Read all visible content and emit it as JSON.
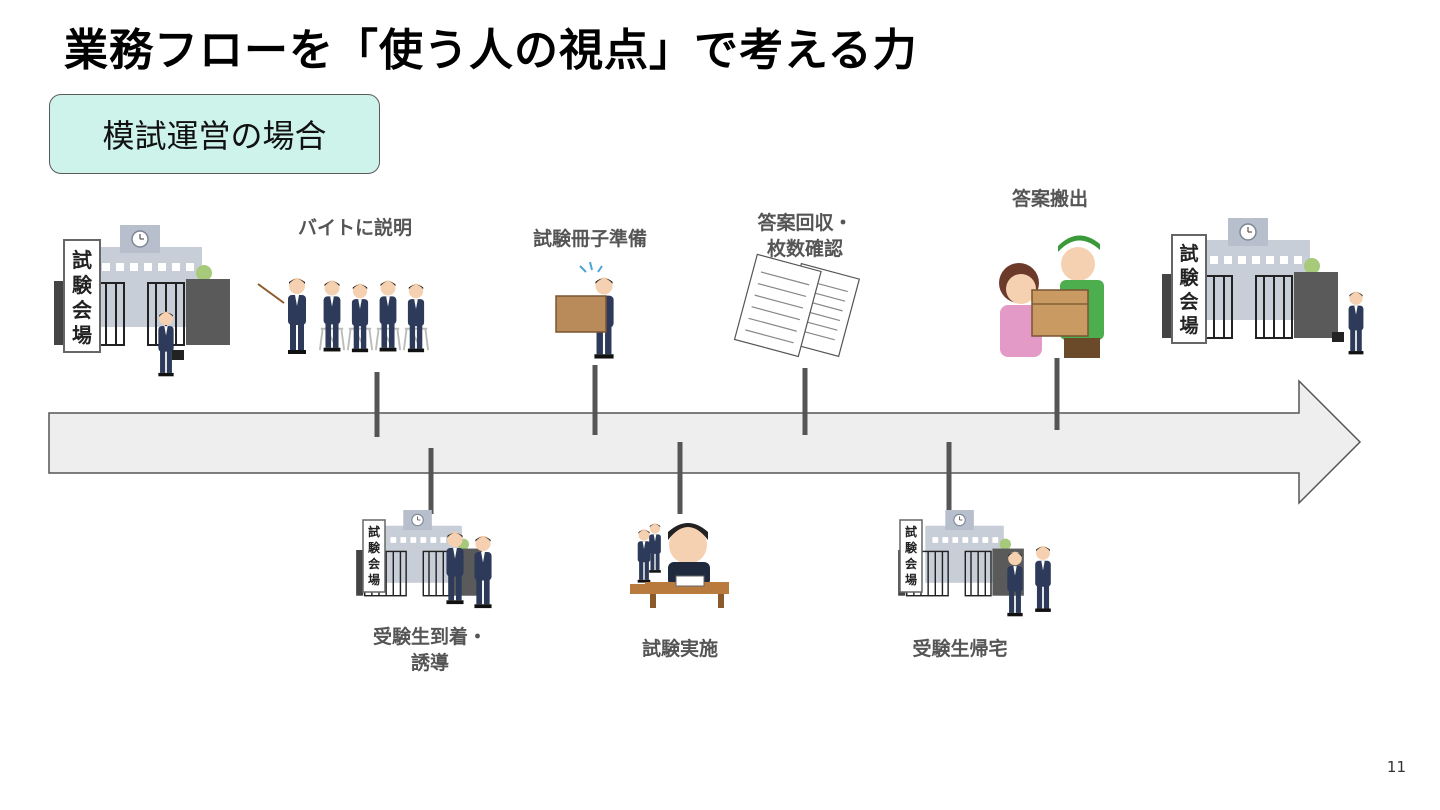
{
  "slide": {
    "title": "業務フローを「使う人の視点」で考える力",
    "section_label": "模試運営の場合",
    "page_number": "11"
  },
  "steps_above": [
    {
      "label": "バイトに説明"
    },
    {
      "label": "試験冊子準備"
    },
    {
      "label_lines": [
        "答案回収・",
        "枚数確認"
      ]
    },
    {
      "label": "答案搬出"
    }
  ],
  "steps_below": [
    {
      "label_lines": [
        "受験生到着・",
        "誘導"
      ]
    },
    {
      "label": "試験実施"
    },
    {
      "label": "受験生帰宅"
    }
  ],
  "venue_sign": {
    "chars": [
      "試",
      "験",
      "会",
      "場"
    ]
  },
  "colors": {
    "section_fill": "#cdf3ea",
    "arrow_fill": "#eeeeee",
    "tick": "#555555"
  }
}
